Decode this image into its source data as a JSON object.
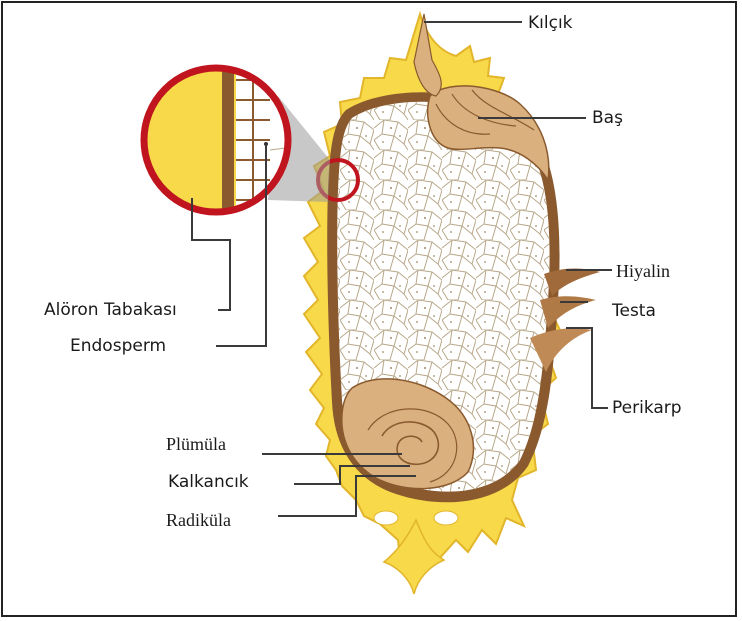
{
  "labels": {
    "kilcik": "Kılçık",
    "bas": "Baş",
    "hiyalin": "Hiyalin",
    "testa": "Testa",
    "perikarp": "Perikarp",
    "aloron": "Alöron Tabakası",
    "endosperm": "Endosperm",
    "plumula": "Plümüla",
    "kalkancik": "Kalkancık",
    "radikula": "Radiküla"
  },
  "colors": {
    "hull_yellow": "#f7d94a",
    "hull_edge": "#e2b52a",
    "pericarp_brown": "#8a5a2e",
    "embryo_tan": "#d9b07e",
    "endosperm_cell": "#ffffff",
    "cell_line": "#b8a88a",
    "zoom_ring": "#c0141e",
    "leader_line": "#3a3a3a"
  }
}
